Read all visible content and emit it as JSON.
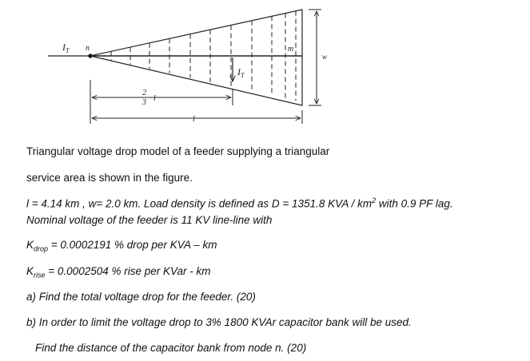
{
  "figure": {
    "label_IT_left": "I",
    "label_T_sub": "T",
    "label_n": "n",
    "label_m": "m",
    "label_w": "w",
    "label_IT_arrow": "I",
    "label_two_thirds_num": "2",
    "label_two_thirds_den": "3",
    "label_l_short": "l",
    "label_l_long": "l"
  },
  "text": {
    "line1": "Triangular voltage drop model of a feeder supplying a triangular",
    "line2": "service area is shown in the figure.",
    "line3_a": "l = 4.14  km ,   w= 2.0 km.  Load density is defined as  D =  1351.8  KVA / km",
    "line3_sup": "2",
    "line3_b": "  with 0.9 PF lag.",
    "line4": "Nominal voltage of the feeder is 11 KV line-line    with",
    "line5_k": "K",
    "line5_sub": "drop",
    "line5_rest": " = 0.0002191 % drop per KVA – km",
    "line6_k": "K",
    "line6_sub": "rise",
    "line6_rest": "  = 0.0002504 % rise per  KVar  - km",
    "line7": "a) Find the total voltage drop for the feeder. (20)",
    "line8": "b) In order to limit the voltage drop to 3%  1800 KVAr capacitor bank will be used.",
    "line9": "Find the distance of the capacitor bank from node  n. (20)"
  }
}
